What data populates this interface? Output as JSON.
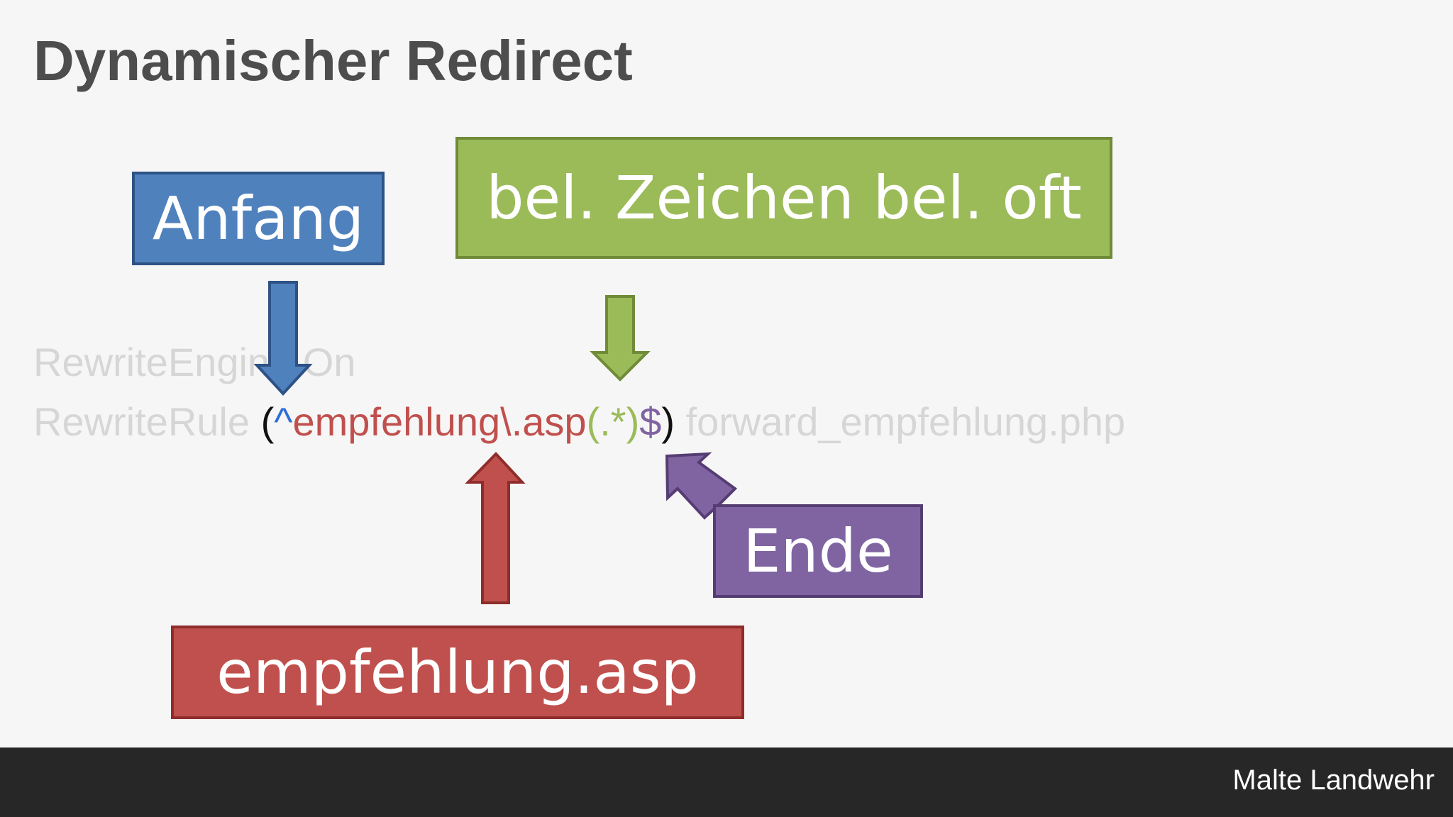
{
  "slide": {
    "title": "Dynamischer Redirect"
  },
  "labels": {
    "anfang": "Anfang",
    "beliebig": "bel. Zeichen bel. oft",
    "ende": "Ende",
    "empfehlung": "empfehlung.asp"
  },
  "code": {
    "line1": "RewriteEngine On",
    "line2": {
      "directive": "RewriteRule ",
      "open_paren": "(",
      "caret": "^",
      "pattern_literal": "empfehlung\\.asp",
      "group": "(.*)",
      "dollar": "$",
      "close_paren": ")",
      "target": " forward_empfehlung.php"
    }
  },
  "footer": {
    "author": "Malte Landwehr"
  },
  "colors": {
    "blue": "#4f81bd",
    "green": "#9bbb59",
    "purple": "#8064a2",
    "red": "#c0504d",
    "footer_bg": "#272727"
  }
}
